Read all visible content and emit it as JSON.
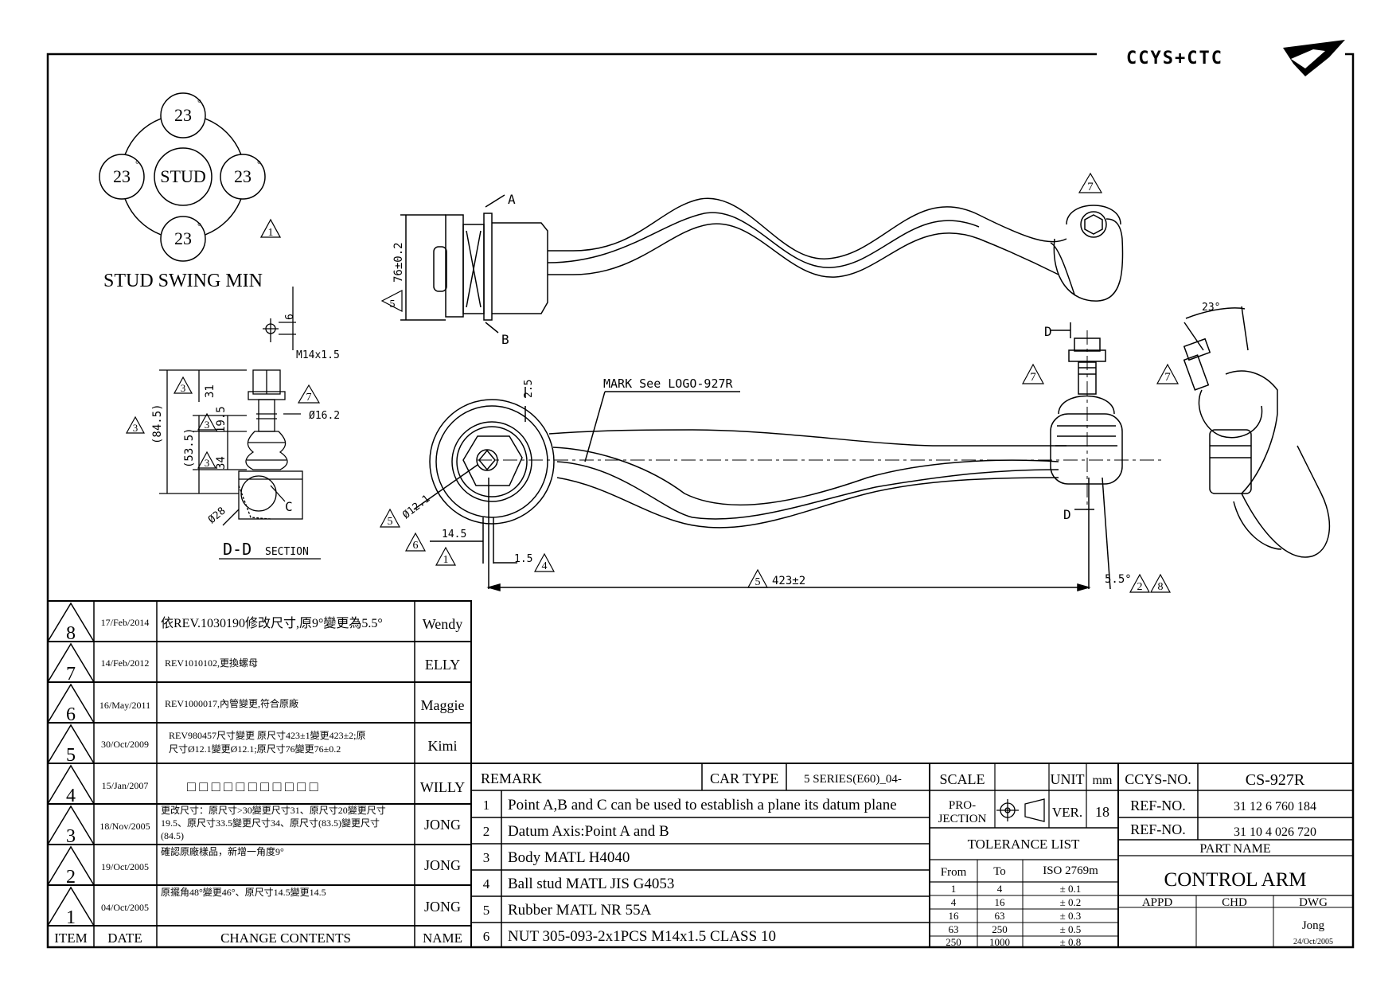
{
  "logo": {
    "text": "CCYS+CTC"
  },
  "stud_swing": {
    "values": [
      "23",
      "23",
      "STUD",
      "23",
      "23"
    ],
    "degree_mark": "°",
    "title": "STUD SWING MIN"
  },
  "section_view": {
    "dims": [
      "6",
      "M14x1.5",
      "31",
      "19.5",
      "34",
      "(84.5)",
      "(53.5)",
      "Ø16.2",
      "Ø28"
    ],
    "label_c": "C",
    "title": "D-D",
    "title_suffix": "SECTION"
  },
  "top_view": {
    "dim_76": "76±0.2",
    "label_a": "A",
    "label_b": "B"
  },
  "front_view": {
    "mark_note": "MARK See LOGO-927R",
    "dim_25": "2.5",
    "dim_121": "Ø12.1",
    "dim_145": "14.5",
    "dim_15": "1.5",
    "dim_423": "423±2",
    "angle": "5.5°",
    "label_d": "D"
  },
  "side_view": {
    "angle": "23°"
  },
  "revision_markers": [
    "1",
    "2",
    "3",
    "4",
    "5",
    "6",
    "7",
    "8"
  ],
  "revisions": [
    {
      "item": "8",
      "date": "17/Feb/2014",
      "content": "依REV.1030190修改尺寸,原9°變更為5.5°",
      "name": "Wendy"
    },
    {
      "item": "7",
      "date": "14/Feb/2012",
      "content": "REV1010102,更換螺母",
      "name": "ELLY"
    },
    {
      "item": "6",
      "date": "16/May/2011",
      "content": "REV1000017,內管變更,符合原廠",
      "name": "Maggie"
    },
    {
      "item": "5",
      "date": "30/Oct/2009",
      "content": "REV980457尺寸變更 原尺寸423±1變更423±2;原",
      "content2": "尺寸Ø12.1變更Ø12.1;原尺寸76變更76±0.2",
      "name": "Kimi"
    },
    {
      "item": "4",
      "date": "15/Jan/2007",
      "content": "□ □ □ □ □ □ □ □ □ □ □",
      "name": "WILLY"
    },
    {
      "item": "3",
      "date": "18/Nov/2005",
      "content": "更改尺寸：原尺寸>30變更尺寸31、原尺寸20變更尺寸",
      "content2": "19.5、原尺寸33.5變更尺寸34、原尺寸(83.5)變更尺寸",
      "content3": "(84.5)",
      "name": "JONG"
    },
    {
      "item": "2",
      "date": "19/Oct/2005",
      "content": "確認原廠樣品，新增一角度9°",
      "name": "JONG"
    },
    {
      "item": "1",
      "date": "04/Oct/2005",
      "content": "原擺角48°變更46°、原尺寸14.5變更14.5",
      "name": "JONG"
    }
  ],
  "revision_headers": {
    "item": "ITEM",
    "date": "DATE",
    "content": "CHANGE CONTENTS",
    "name": "NAME"
  },
  "remark": {
    "title": "REMARK",
    "car_type_label": "CAR TYPE",
    "car_type_value": "5 SERIES(E60)_04-",
    "items": [
      {
        "n": "1",
        "text": "Point A,B and C can be used to establish a plane its datum plane"
      },
      {
        "n": "2",
        "text": "Datum Axis:Point A and B"
      },
      {
        "n": "3",
        "text": "Body MATL H4040"
      },
      {
        "n": "4",
        "text": "Ball stud MATL JIS G4053"
      },
      {
        "n": "5",
        "text": "Rubber MATL NR 55A"
      },
      {
        "n": "6",
        "text": "NUT 305-093-2x1PCS M14x1.5 CLASS 10"
      }
    ]
  },
  "title_block": {
    "scale_label": "SCALE",
    "unit_label": "UNIT",
    "unit_value": "mm",
    "projection_label": "PRO-",
    "projection_label2": "JECTION",
    "ver_label": "VER.",
    "ver_value": "18",
    "tolerance_title": "TOLERANCE LIST",
    "tolerance_headers": [
      "From",
      "To",
      "ISO 2769m"
    ],
    "tolerance_rows": [
      [
        "1",
        "4",
        "± 0.1"
      ],
      [
        "4",
        "16",
        "± 0.2"
      ],
      [
        "16",
        "63",
        "± 0.3"
      ],
      [
        "63",
        "250",
        "± 0.5"
      ],
      [
        "250",
        "1000",
        "± 0.8"
      ]
    ],
    "ccys_no_label": "CCYS-NO.",
    "ccys_no_value": "CS-927R",
    "ref_no_label": "REF-NO.",
    "ref_no_1": "31 12 6 760 184",
    "ref_no_2": "31 10 4 026 720",
    "part_name_label": "PART NAME",
    "part_name": "CONTROL ARM",
    "appd_label": "APPD",
    "chd_label": "CHD",
    "dwg_label": "DWG",
    "dwg_name": "Jong",
    "dwg_date": "24/Oct/2005"
  }
}
